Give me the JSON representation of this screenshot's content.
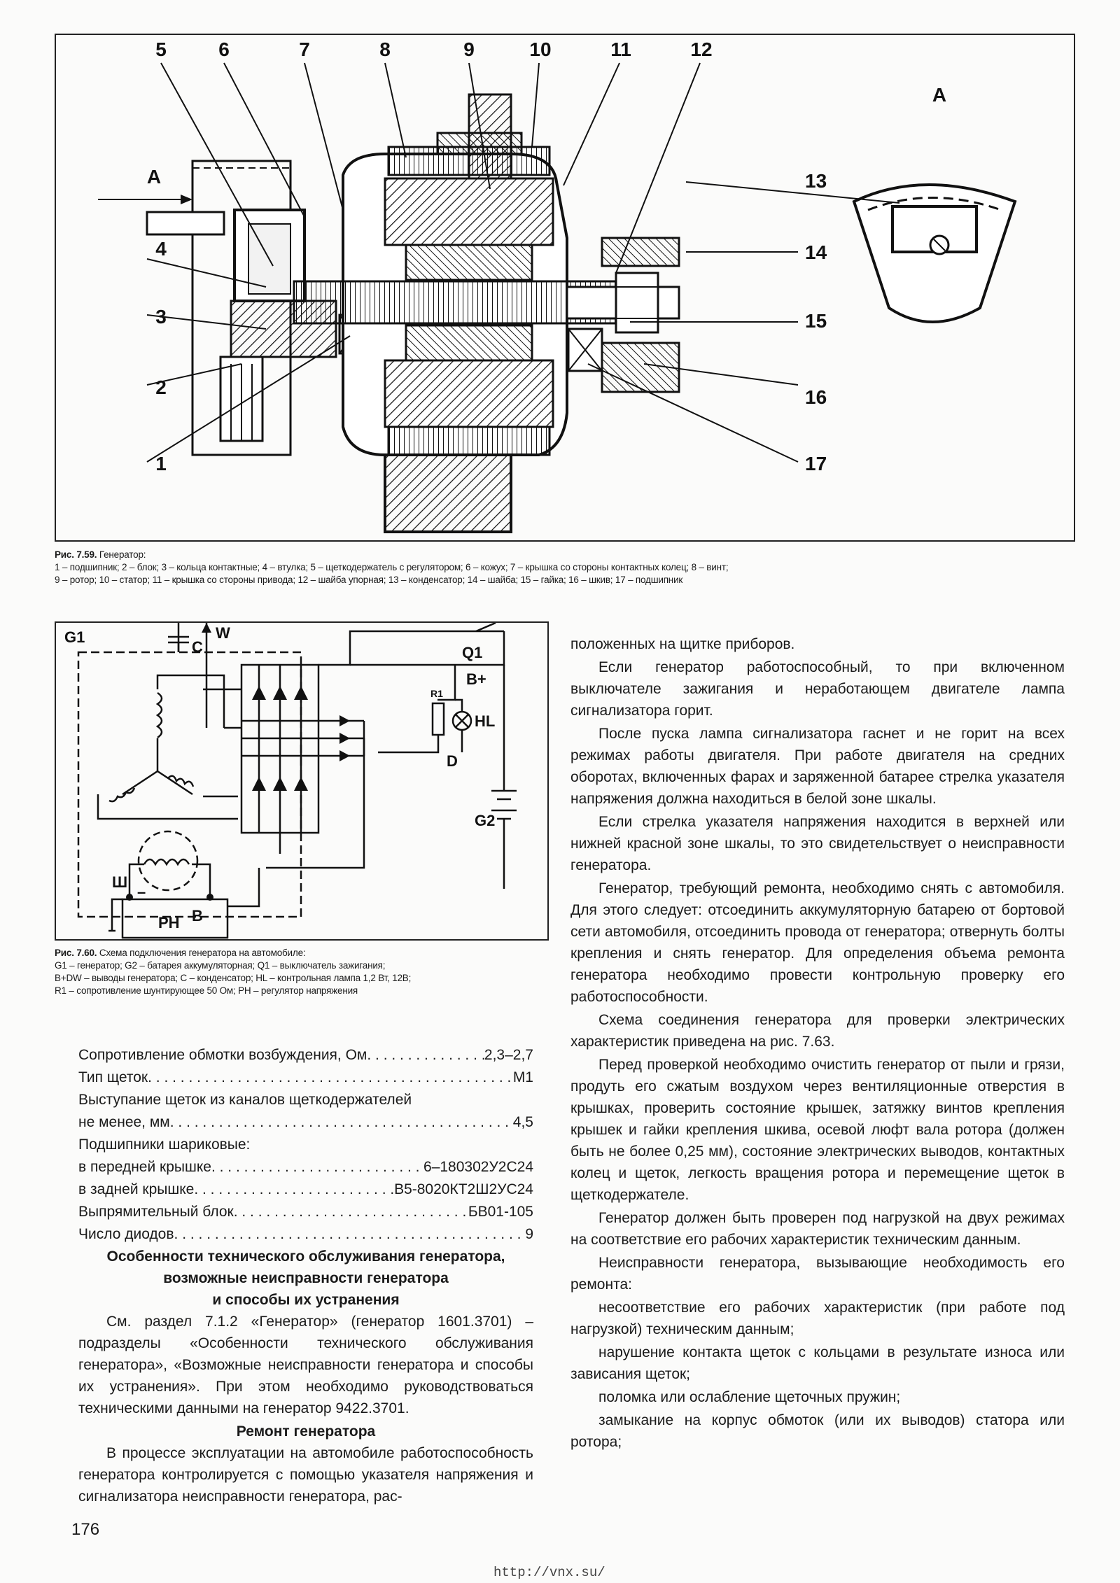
{
  "fig1": {
    "callouts": [
      "1",
      "2",
      "3",
      "4",
      "5",
      "6",
      "7",
      "8",
      "9",
      "10",
      "11",
      "12",
      "13",
      "14",
      "15",
      "16",
      "17"
    ],
    "view_label": "A",
    "arrow_label": "A",
    "caption_title": "Рис. 7.59.",
    "caption_name": "Генератор:",
    "caption_line1": "1 – подшипник; 2 – блок; 3 – кольца контактные; 4 – втулка; 5 – щеткодержатель с регулятором; 6 – кожух; 7 – крышка со стороны контактных колец; 8 – винт;",
    "caption_line2": "9 – ротор; 10 – статор; 11 – крышка со стороны привода; 12 – шайба упорная; 13 – конденсатор; 14 – шайба; 15 – гайка; 16 – шкив; 17 – подшипник"
  },
  "fig2": {
    "labels": {
      "g1": "G1",
      "c": "C",
      "w": "W",
      "q1": "Q1",
      "bplus": "B+",
      "r1": "R1",
      "hl": "HL",
      "d": "D",
      "g2": "G2",
      "sh": "Ш",
      "minus": "–",
      "rn": "РН",
      "b": "В"
    },
    "caption_title": "Рис. 7.60.",
    "caption_name": "Схема подключения генератора на автомобиле:",
    "caption_line1": "G1 – генератор; G2 – батарея аккумуляторная; Q1 – выключатель зажигания;",
    "caption_line2": "B+DW – выводы генератора; C – конденсатор; HL – контрольная лампа 1,2 Вт, 12В;",
    "caption_line3": "R1 – сопротивление шунтирующее 50 Ом; РН – регулятор напряжения"
  },
  "specs": {
    "r1_label": "Сопротивление обмотки возбуждения, Ом",
    "r1_value": "2,3–2,7",
    "r2_label": "Тип щеток",
    "r2_value": "М1",
    "r3_label": "Выступание щеток из каналов щеткодержателей",
    "r4_label": "не менее, мм",
    "r4_value": "4,5",
    "r5_label": "Подшипники шариковые:",
    "r6_label": "в передней крышке",
    "r6_value": "6–180302У2С24",
    "r7_label": "в задней крышке",
    "r7_value": "В5-8020КТ2Ш2УС24",
    "r8_label": "Выпрямительный блок",
    "r8_value": "БВ01-105",
    "r9_label": "Число диодов",
    "r9_value": "9"
  },
  "left": {
    "heading1_l1": "Особенности технического обслуживания генератора,",
    "heading1_l2": "возможные неисправности генератора",
    "heading1_l3": "и способы их устранения",
    "p1": "См. раздел 7.1.2 «Генератор» (генератор 1601.3701) – подразделы «Особенности технического обслуживания генератора», «Возможные неисправности генератора и способы их устранения». При этом необходимо руководствоваться техническими данными на генератор 9422.3701.",
    "heading2": "Ремонт генератора",
    "p2": "В процессе эксплуатации на автомобиле работоспособность генератора контролируется с помощью указателя напряжения и сигнализатора неисправности генератора, рас-"
  },
  "right": {
    "p0": "положенных на щитке приборов.",
    "p1": "Если генератор работоспособный, то при включенном выключателе зажигания и неработающем двигателе лампа сигнализатора горит.",
    "p2": "После пуска лампа сигнализатора гаснет и не горит на всех режимах работы двигателя. При работе двигателя на средних оборотах, включенных фарах и заряженной батарее стрелка указателя напряжения должна находиться в белой зоне шкалы.",
    "p3": "Если стрелка указателя напряжения находится в верхней или нижней красной зоне шкалы, то это свидетельствует о неисправности генератора.",
    "p4": "Генератор, требующий ремонта, необходимо снять с автомобиля. Для этого следует: отсоединить аккумуляторную батарею от бортовой сети автомобиля, отсоединить провода от генератора; отвернуть болты крепления и снять генератор. Для определения объема ремонта генератора необходимо провести контрольную проверку его работоспособности.",
    "p5": "Схема соединения генератора для проверки электрических характеристик приведена на рис. 7.63.",
    "p6": "Перед проверкой необходимо очистить генератор от пыли и грязи, продуть его сжатым воздухом через вентиляционные отверстия в крышках, проверить состояние крышек, затяжку винтов крепления крышек и гайки крепления шкива, осевой люфт вала ротора (должен быть не более 0,25 мм), состояние электрических выводов, контактных колец и щеток, легкость вращения ротора и перемещение щеток в щеткодержателе.",
    "p7": "Генератор должен быть проверен под нагрузкой на двух режимах на соответствие его рабочих характеристик техническим данным.",
    "p8": "Неисправности генератора, вызывающие необходимость его ремонта:",
    "p9": "несоответствие его рабочих характеристик (при работе под нагрузкой) техническим данным;",
    "p10": "нарушение контакта щеток с кольцами в результате износа или зависания щеток;",
    "p11": "поломка или ослабление щеточных пружин;",
    "p12": "замыкание на корпус обмоток (или их выводов) статора или ротора;"
  },
  "page_number": "176",
  "footer_url": "http://vnx.su/"
}
